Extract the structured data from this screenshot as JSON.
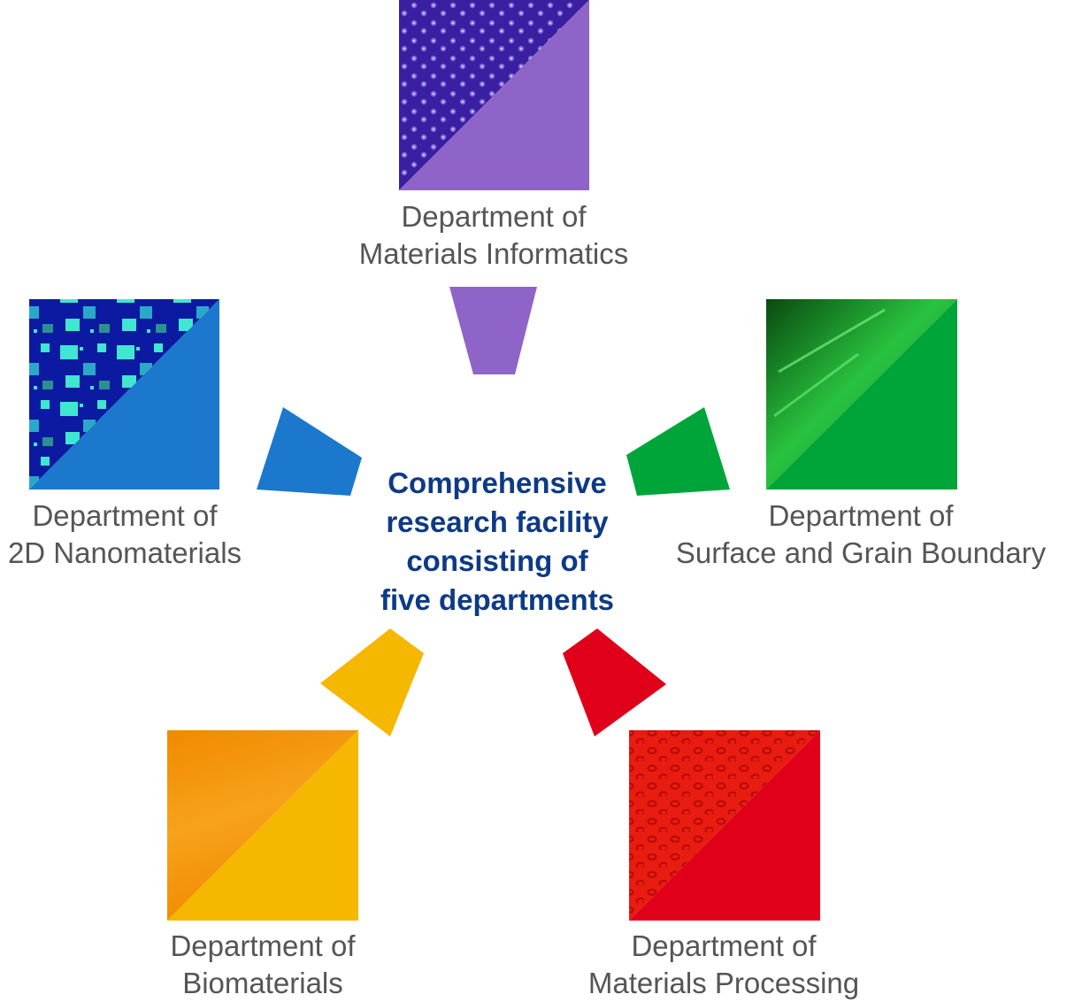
{
  "center": {
    "line1": "Comprehensive",
    "line2": "research facility",
    "line3": "consisting of",
    "line4": "five departments"
  },
  "departments": [
    {
      "id": "materials-informatics",
      "line1": "Department of",
      "line2": "Materials Informatics",
      "color": "#8f64c8",
      "texture_color": "#3a1fa0"
    },
    {
      "id": "2d-nanomaterials",
      "line1": "Department of",
      "line2": "2D Nanomaterials",
      "color": "#1b78cc",
      "texture_color": "#0b1aa0"
    },
    {
      "id": "surface-grain-boundary",
      "line1": "Department of",
      "line2": "Surface and Grain Boundary",
      "color": "#00a53a",
      "texture_color": "#0a6a18"
    },
    {
      "id": "biomaterials",
      "line1": "Department of",
      "line2": "Biomaterials",
      "color": "#f5b700",
      "texture_color": "#f08a00"
    },
    {
      "id": "materials-processing",
      "line1": "Department of",
      "line2": "Materials Processing",
      "color": "#e0001a",
      "texture_color": "#e81c10"
    }
  ],
  "center_text_color": "#0d3a86"
}
